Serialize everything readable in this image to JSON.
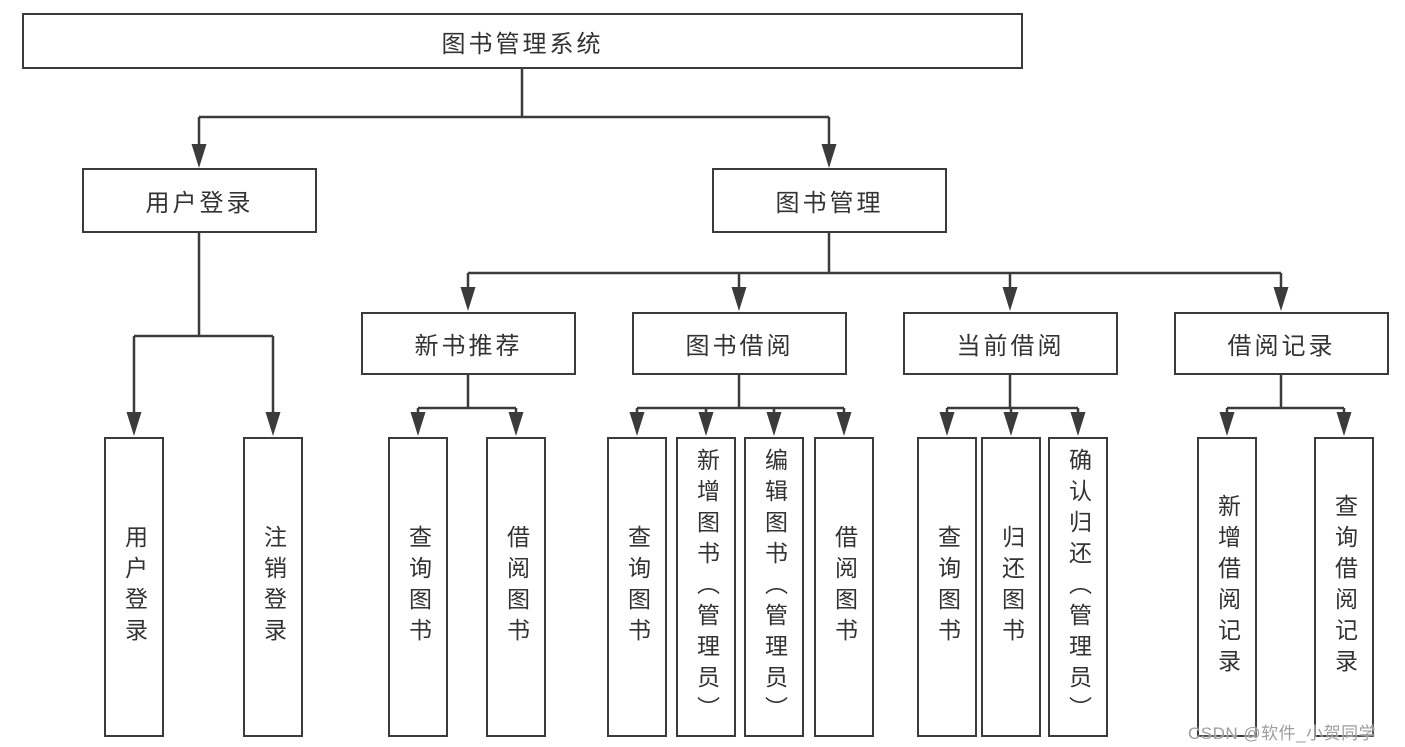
{
  "colors": {
    "line": "#3b3b3b",
    "box_border": "#3b3b3b",
    "text": "#333333",
    "background": "#ffffff",
    "watermark": "#9e9e9e"
  },
  "diagram": {
    "root": {
      "label": "图书管理系统"
    },
    "branches": [
      {
        "label": "用户登录",
        "children": [
          "用户登录",
          "注销登录"
        ]
      },
      {
        "label": "图书管理"
      }
    ],
    "modules": [
      {
        "label": "新书推荐",
        "children": [
          "查询图书",
          "借阅图书"
        ]
      },
      {
        "label": "图书借阅",
        "children": [
          "查询图书",
          "新增图书（管理员）",
          "编辑图书（管理员）",
          "借阅图书"
        ]
      },
      {
        "label": "当前借阅",
        "children": [
          "查询图书",
          "归还图书",
          "确认归还（管理员）"
        ]
      },
      {
        "label": "借阅记录",
        "children": [
          "新增借阅记录",
          "查询借阅记录"
        ]
      }
    ]
  },
  "watermark": {
    "text": "CSDN @软件_小贺同学"
  }
}
